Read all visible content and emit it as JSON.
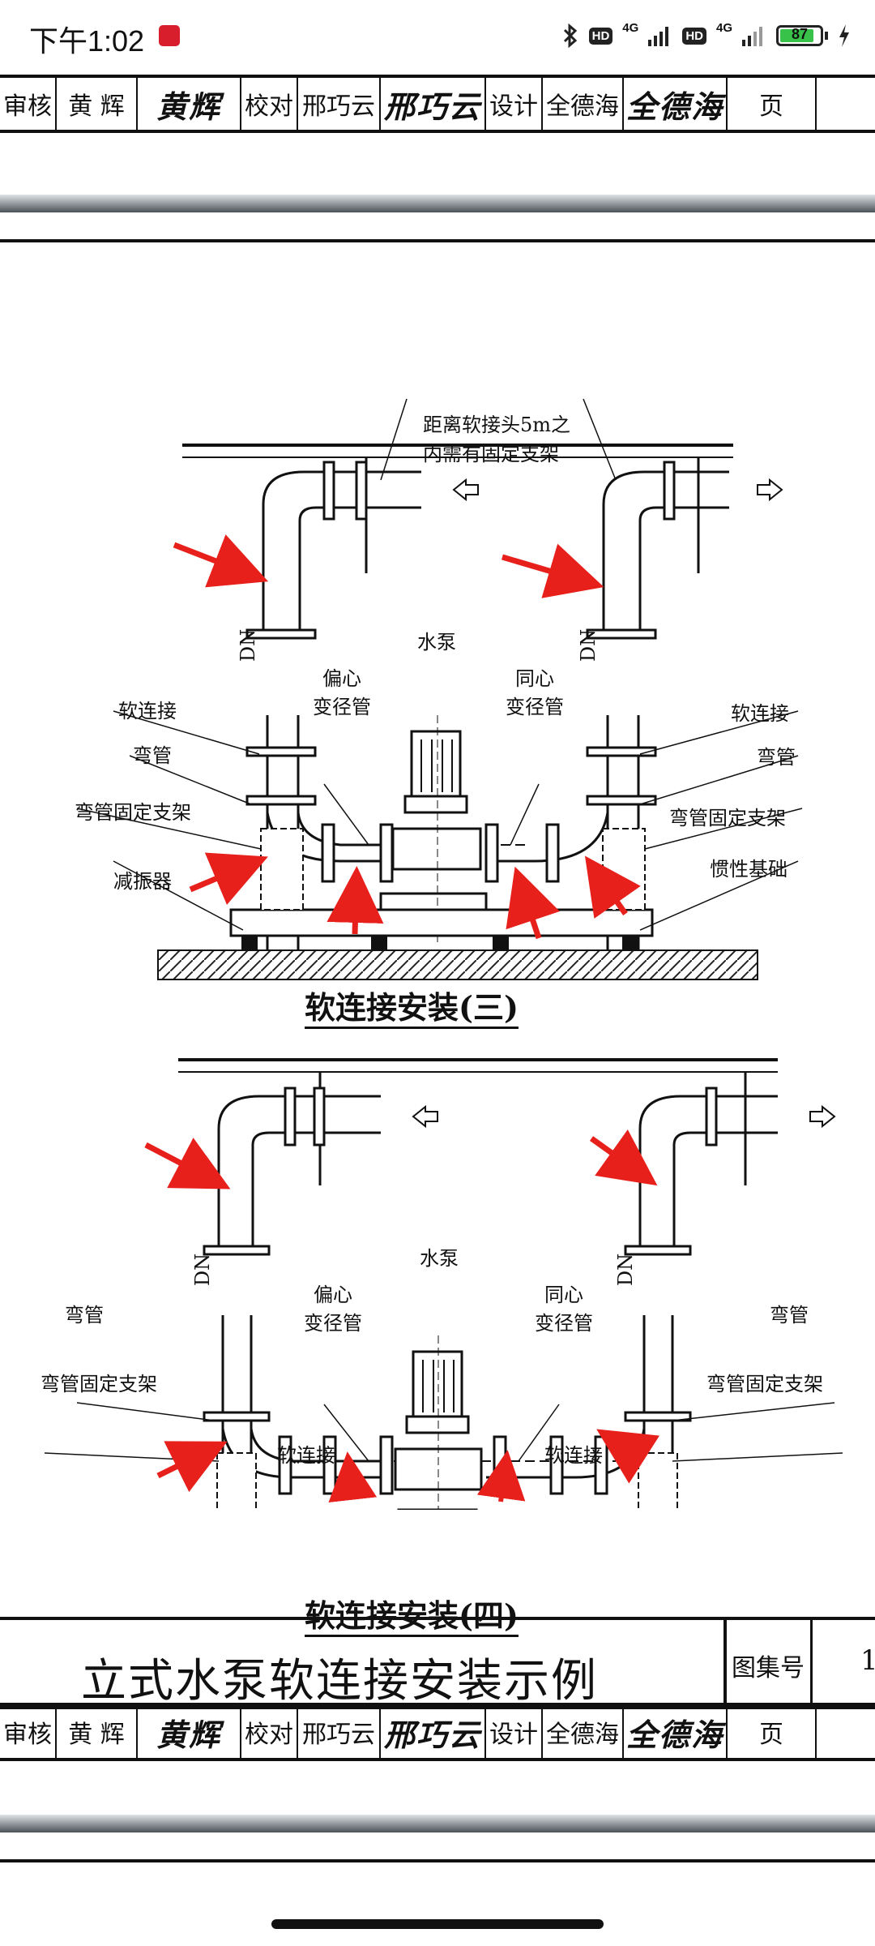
{
  "status_bar": {
    "time": "下午1:02",
    "hd1": "HD",
    "net1": "4G",
    "hd2": "HD",
    "net2": "4G",
    "battery": "87"
  },
  "title_block": {
    "review_label": "审核",
    "review_name": "黄 辉",
    "check_label": "校对",
    "check_name": "邢巧云",
    "design_label": "设计",
    "design_name": "全德海",
    "page_label": "页"
  },
  "diagram3": {
    "caption": "软连接安装(三)",
    "labels": {
      "support_note_1": "距离软接头5m之",
      "support_note_2": "内需有固定支架",
      "dn_left": "DN",
      "dn_right": "DN",
      "pump": "水泵",
      "eccentric": "偏心\n变径管",
      "concentric": "同心\n变径管",
      "soft_left": "软连接",
      "soft_right": "软连接",
      "elbow_left": "弯管",
      "elbow_right": "弯管",
      "elbow_support_left": "弯管固定支架",
      "elbow_support_right": "弯管固定支架",
      "damper": "减振器",
      "inertia_base": "惯性基础"
    }
  },
  "diagram4": {
    "caption": "软连接安装(四)",
    "labels": {
      "dn_left": "DN",
      "dn_right": "DN",
      "pump": "水泵",
      "eccentric": "偏心\n变径管",
      "concentric": "同心\n变径管",
      "elbow_left": "弯管",
      "elbow_right": "弯管",
      "elbow_support_left": "弯管固定支架",
      "elbow_support_right": "弯管固定支架",
      "soft_left": "软连接",
      "soft_right": "软连接"
    }
  },
  "bottom_block": {
    "title": "立式水泵软连接安装示例",
    "atlas_label": "图集号",
    "atlas_value": "1"
  },
  "colors": {
    "annotation_arrow": "#e8201c",
    "battery": "#39c24a",
    "app_icon": "#d81e2c"
  }
}
